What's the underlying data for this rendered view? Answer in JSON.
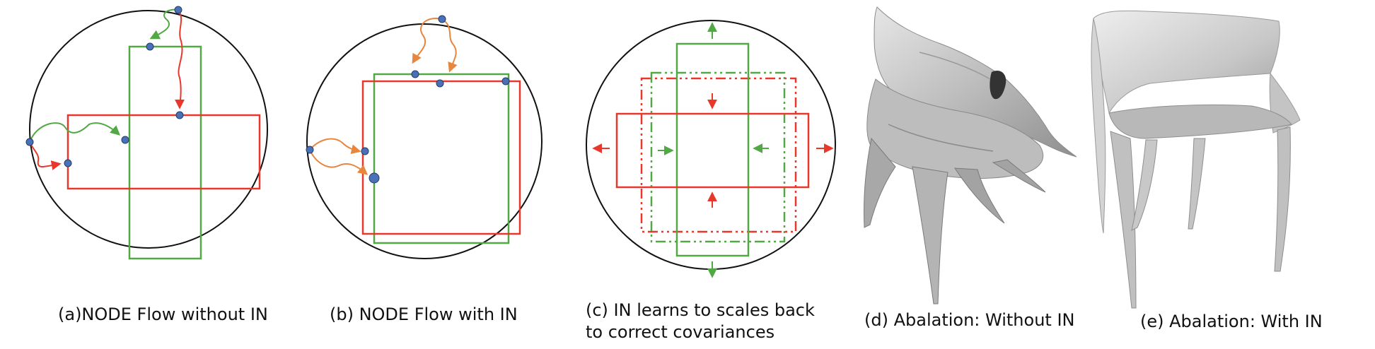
{
  "captions": {
    "a": "(a)NODE Flow without IN",
    "b": "(b) NODE Flow with IN",
    "c_line1": "(c) IN learns to scales back",
    "c_line2": "to correct covariances",
    "d": "(d) Abalation: Without IN",
    "e": "(e) Abalation: With IN"
  },
  "colors": {
    "red": "#e8382b",
    "green": "#52a844",
    "orange": "#e9863e",
    "node_dot": "#4a70b8",
    "outline": "#111111",
    "chair_light": "#d9d9d9",
    "chair_dark": "#9a9a9a"
  },
  "icons": [
    "chair-render-without-in",
    "chair-render-with-in"
  ]
}
